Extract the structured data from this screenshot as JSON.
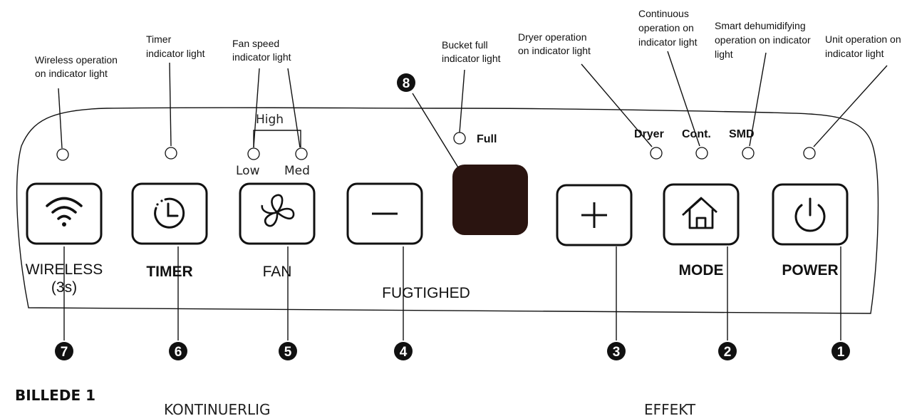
{
  "callouts": {
    "wireless": [
      "Wireless operation",
      "on indicator light"
    ],
    "timer": [
      "Timer",
      "indicator light"
    ],
    "fan_speed": [
      "Fan speed",
      "indicator light"
    ],
    "bucket_full": [
      "Bucket full",
      "indicator light"
    ],
    "dryer": [
      "Dryer operation",
      "on indicator light"
    ],
    "continuous": [
      "Continuous",
      "operation on",
      "indicator light"
    ],
    "smart": [
      "Smart dehumidifying",
      "operation on indicator",
      "light"
    ],
    "unit": [
      "Unit operation on",
      "indicator light"
    ]
  },
  "indicators": {
    "high": "High",
    "low": "Low",
    "med": "Med",
    "full": "Full",
    "dryer": "Dryer",
    "cont": "Cont.",
    "smd": "SMD"
  },
  "buttons": {
    "wireless": "WIRELESS",
    "wireless_sub": "(3s)",
    "timer": "TIMER",
    "fan": "FAN",
    "humidity": "FUGTIGHED",
    "mode": "MODE",
    "power": "POWER"
  },
  "numbers": [
    "7",
    "6",
    "5",
    "4",
    "3",
    "2",
    "1",
    "8"
  ],
  "footer": {
    "figure": "BILLEDE 1",
    "continuous": "KONTINUERLIG",
    "effect": "EFFEKT"
  },
  "colors": {
    "display": "#2a1410",
    "outline": "#111111"
  }
}
